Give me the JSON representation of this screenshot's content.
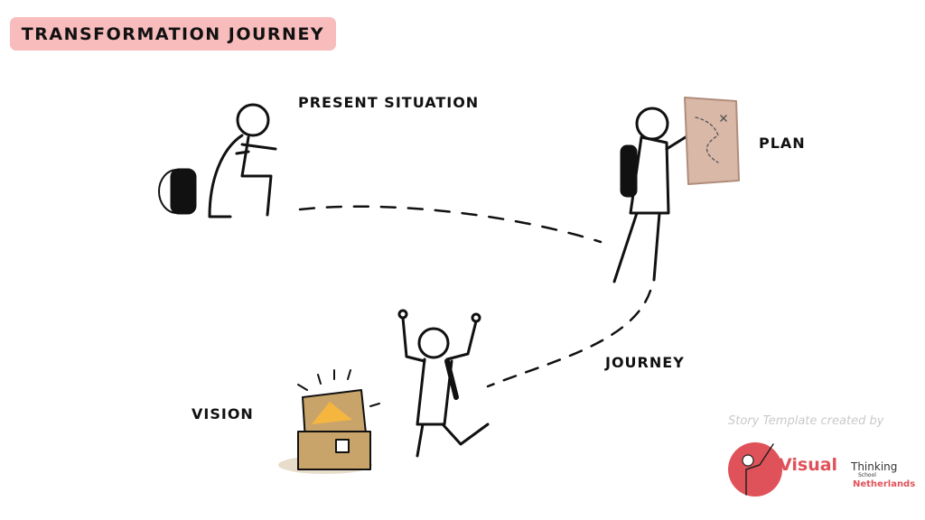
{
  "title": "TRANSFORMATION JOURNEY",
  "labels": {
    "present": "PRESENT SITUATION",
    "plan": "PLAN",
    "journey": "JOURNEY",
    "vision": "VISION"
  },
  "credit": {
    "text": "Story Template created by",
    "logo_visual": "Visual",
    "logo_thinking": "Thinking",
    "logo_school": "School",
    "logo_netherlands": "Netherlands"
  },
  "colors": {
    "title_bg": "#f8bcbc",
    "logo_red": "#e0525a",
    "chest": "#c9a46a",
    "gold": "#f5b640",
    "map": "#d9b8a8"
  }
}
